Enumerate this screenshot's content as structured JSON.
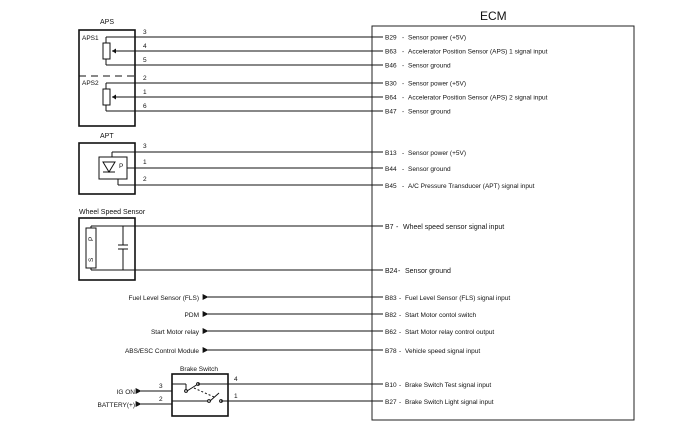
{
  "ecm": {
    "title": "ECM"
  },
  "aps": {
    "title": "APS",
    "aps1_label": "APS1",
    "aps2_label": "APS2",
    "wires": [
      {
        "pin": "3",
        "ecm_pin": "B29",
        "desc": "Sensor power (+5V)"
      },
      {
        "pin": "4",
        "ecm_pin": "B63",
        "desc": "Accelerator Position Sensor (APS) 1 signal input"
      },
      {
        "pin": "5",
        "ecm_pin": "B46",
        "desc": "Sensor ground"
      },
      {
        "pin": "2",
        "ecm_pin": "B30",
        "desc": "Sensor power (+5V)"
      },
      {
        "pin": "1",
        "ecm_pin": "B64",
        "desc": "Accelerator Position Sensor (APS) 2 signal input"
      },
      {
        "pin": "6",
        "ecm_pin": "B47",
        "desc": "Sensor ground"
      }
    ]
  },
  "apt": {
    "title": "APT",
    "symbol_label": "P",
    "wires": [
      {
        "pin": "3",
        "ecm_pin": "B13",
        "desc": "Sensor power (+5V)"
      },
      {
        "pin": "1",
        "ecm_pin": "B44",
        "desc": "Sensor ground"
      },
      {
        "pin": "2",
        "ecm_pin": "B45",
        "desc": "A/C Pressure Transducer (APT) signal input"
      }
    ]
  },
  "wss": {
    "title": "Wheel Speed Sensor",
    "label_p": "P",
    "label_s": "S",
    "wires": [
      {
        "ecm_pin": "B7",
        "desc": "Wheel speed sensor signal input"
      },
      {
        "ecm_pin": "B24",
        "desc": "Sensor ground"
      }
    ]
  },
  "outputs": [
    {
      "device": "Fuel Level Sensor (FLS)",
      "ecm_pin": "B83",
      "desc": "Fuel Level Sensor (FLS) signal input"
    },
    {
      "device": "PDM",
      "ecm_pin": "B82",
      "desc": "Start Motor contol switch"
    },
    {
      "device": "Start Motor relay",
      "ecm_pin": "B62",
      "desc": "Start Motor relay control output"
    },
    {
      "device": "ABS/ESC Control Module",
      "ecm_pin": "B78",
      "desc": "Vehicle speed signal input"
    }
  ],
  "brake": {
    "title": "Brake Switch",
    "left": [
      {
        "label": "IG ON",
        "pin": "3"
      },
      {
        "label": "BATTERY(+)",
        "pin": "2"
      }
    ],
    "wires": [
      {
        "pin": "4",
        "ecm_pin": "B10",
        "desc": "Brake Switch Test signal input"
      },
      {
        "pin": "1",
        "ecm_pin": "B27",
        "desc": "Brake Switch Light signal input"
      }
    ]
  }
}
